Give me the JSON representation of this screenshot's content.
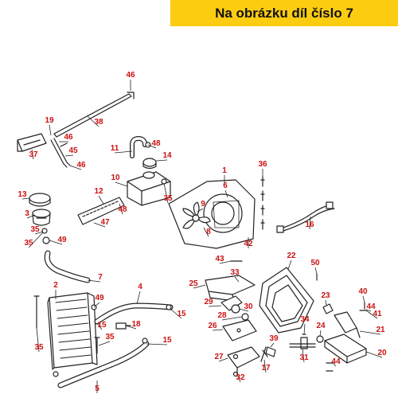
{
  "banner": {
    "text": "Na obrázku díl číslo 7",
    "bg_color": "#fccc11"
  },
  "colors": {
    "label": "#cc1111",
    "line": "#222222",
    "fill": "#ffffff"
  },
  "diagram": {
    "callouts": [
      {
        "n": "1"
      },
      {
        "n": "2"
      },
      {
        "n": "3"
      },
      {
        "n": "4"
      },
      {
        "n": "5"
      },
      {
        "n": "6"
      },
      {
        "n": "7"
      },
      {
        "n": "8"
      },
      {
        "n": "9"
      },
      {
        "n": "10"
      },
      {
        "n": "11"
      },
      {
        "n": "12"
      },
      {
        "n": "13"
      },
      {
        "n": "14"
      },
      {
        "n": "15"
      },
      {
        "n": "15"
      },
      {
        "n": "15"
      },
      {
        "n": "16"
      },
      {
        "n": "17"
      },
      {
        "n": "18"
      },
      {
        "n": "19"
      },
      {
        "n": "20"
      },
      {
        "n": "21"
      },
      {
        "n": "22"
      },
      {
        "n": "23"
      },
      {
        "n": "24"
      },
      {
        "n": "25"
      },
      {
        "n": "26"
      },
      {
        "n": "27"
      },
      {
        "n": "28"
      },
      {
        "n": "29"
      },
      {
        "n": "30"
      },
      {
        "n": "31"
      },
      {
        "n": "32"
      },
      {
        "n": "33"
      },
      {
        "n": "34"
      },
      {
        "n": "35"
      },
      {
        "n": "35"
      },
      {
        "n": "35"
      },
      {
        "n": "35"
      },
      {
        "n": "35"
      },
      {
        "n": "36"
      },
      {
        "n": "37"
      },
      {
        "n": "38"
      },
      {
        "n": "39"
      },
      {
        "n": "40"
      },
      {
        "n": "41"
      },
      {
        "n": "42"
      },
      {
        "n": "43"
      },
      {
        "n": "44"
      },
      {
        "n": "44"
      },
      {
        "n": "45"
      },
      {
        "n": "46"
      },
      {
        "n": "46"
      },
      {
        "n": "46"
      },
      {
        "n": "47"
      },
      {
        "n": "48"
      },
      {
        "n": "48"
      },
      {
        "n": "49"
      },
      {
        "n": "49"
      },
      {
        "n": "50"
      }
    ]
  }
}
